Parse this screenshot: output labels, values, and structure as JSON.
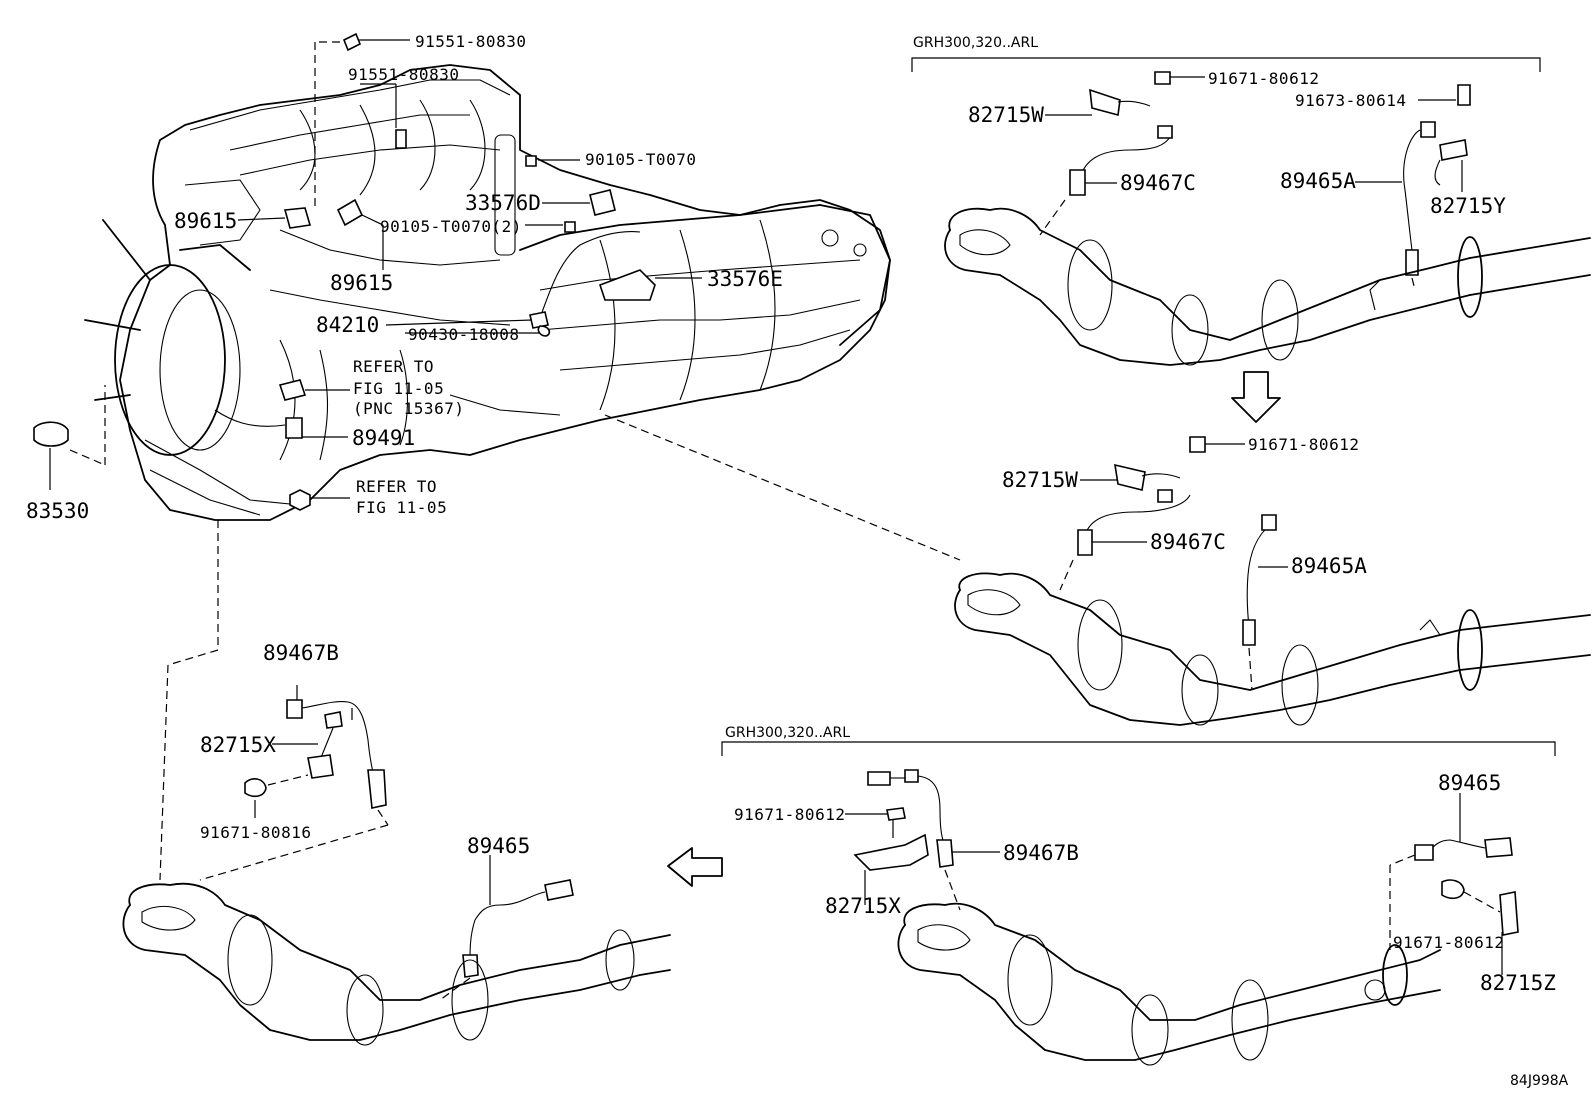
{
  "labels": {
    "p91551_80830_a": "91551-80830",
    "p91551_80830_b": "91551-80830",
    "p90105_T0070_a": "90105-T0070",
    "p90105_T0070_b": "90105-T0070(2)",
    "p33576D": "33576D",
    "p33576E": "33576E",
    "p89615_a": "89615",
    "p89615_b": "89615",
    "p84210": "84210",
    "p90430_18008": "90430-18008",
    "refer1_line1": "REFER TO",
    "refer1_line2": "FIG 11-05",
    "refer1_line3": "(PNC 15367)",
    "p89491": "89491",
    "refer2_line1": "REFER TO",
    "refer2_line2": "FIG 11-05",
    "p83530": "83530",
    "grh_header_top": "GRH300,320..ARL",
    "p91671_80612_a": "91671-80612",
    "p82715W_a": "82715W",
    "p91673_80614": "91673-80614",
    "p89467C_a": "89467C",
    "p89465A_a": "89465A",
    "p82715Y": "82715Y",
    "p91671_80612_b": "91671-80612",
    "p82715W_b": "82715W",
    "p89467C_b": "89467C",
    "p89465A_b": "89465A",
    "p89467B_a": "89467B",
    "p82715X_a": "82715X",
    "p91671_80816": "91671-80816",
    "p89465_a": "89465",
    "grh_header_bottom": "GRH300,320..ARL",
    "p91671_80612_c": "91671-80612",
    "p89467B_b": "89467B",
    "p82715X_b": "82715X",
    "p89465_b": "89465",
    "p91671_80612_d": "91671-80612",
    "p82715Z": "82715Z",
    "drawing_no": "84J998A"
  }
}
